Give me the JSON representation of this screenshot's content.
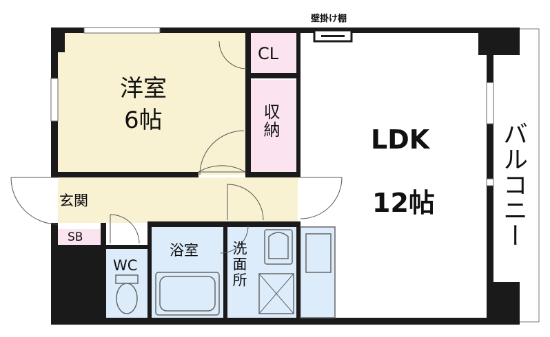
{
  "rooms": {
    "western_room": {
      "name": "洋室",
      "size": "6帖"
    },
    "ldk": {
      "name": "LDK",
      "size": "12帖"
    },
    "closet": {
      "name": "CL"
    },
    "storage": {
      "name": "収納"
    },
    "entrance": {
      "name": "玄関"
    },
    "shoe_box": {
      "name": "SB"
    },
    "toilet": {
      "name": "WC"
    },
    "bathroom": {
      "name": "浴室"
    },
    "washroom": {
      "name": "洗面所"
    },
    "balcony": {
      "name": "バルコニー"
    }
  },
  "labels": {
    "wall_shelf": "壁掛け棚"
  },
  "colors": {
    "western_room_floor": "#f8f1d2",
    "ldk_floor": "#ffffff",
    "closet_floor": "#fbe4ef",
    "wet_area_floor": "#dcecfa",
    "wall": "#1a1a1a"
  }
}
